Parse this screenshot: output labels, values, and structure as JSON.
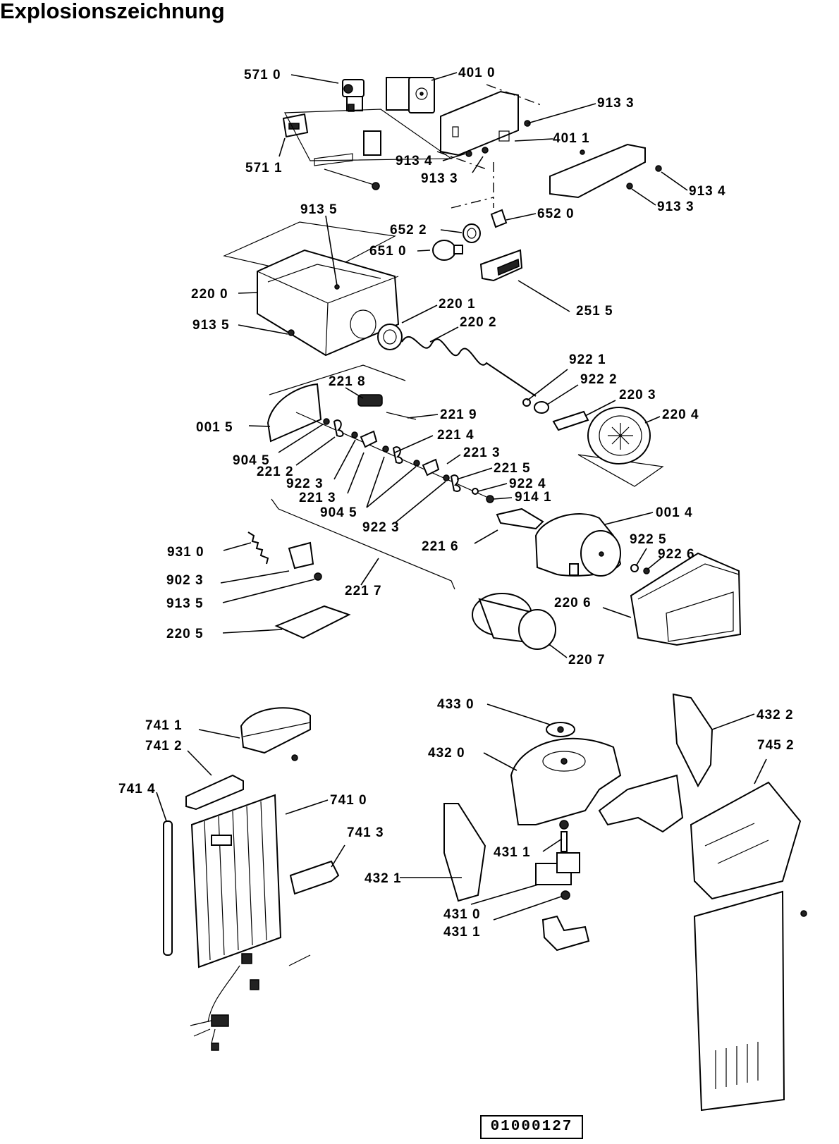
{
  "title": "Explosionszeichnung",
  "drawing_code": "01000127",
  "labels": {
    "l5710": "571 0",
    "l4010": "401 0",
    "l9133a": "913 3",
    "l4011": "401 1",
    "l9134a": "913 4",
    "l9133b": "913 3",
    "l5711": "571 1",
    "l9134b": "913 4",
    "l9133c": "913 3",
    "l9135a": "913 5",
    "l6520": "652 0",
    "l6522": "652 2",
    "l6510": "651 0",
    "l2200": "220 0",
    "l2515": "251 5",
    "l2201": "220 1",
    "l2202": "220 2",
    "l9135b": "913 5",
    "l9221": "922 1",
    "l9222": "922 2",
    "l2218": "221 8",
    "l2203": "220 3",
    "l2219": "221 9",
    "l2204": "220 4",
    "l0015": "001 5",
    "l2214": "221 4",
    "l9045a": "904 5",
    "l2213a": "221 3",
    "l2212": "221 2",
    "l2215": "221 5",
    "l9223a": "922 3",
    "l9224": "922 4",
    "l2213b": "221 3",
    "l9141": "914 1",
    "l9045b": "904 5",
    "l0014": "001 4",
    "l9223b": "922 3",
    "l9310": "931 0",
    "l2216": "221 6",
    "l9225": "922 5",
    "l9226": "922 6",
    "l9023": "902 3",
    "l2217": "221 7",
    "l9135c": "913 5",
    "l2206": "220 6",
    "l2205": "220 5",
    "l2207": "220 7",
    "l4330": "433 0",
    "l4322": "432 2",
    "l7411": "741 1",
    "l7412": "741 2",
    "l4320": "432 0",
    "l7452": "745 2",
    "l7414": "741 4",
    "l7410": "741 0",
    "l7413": "741 3",
    "l4311a": "431 1",
    "l4321": "432 1",
    "l4310": "431 0",
    "l4311b": "431 1"
  }
}
